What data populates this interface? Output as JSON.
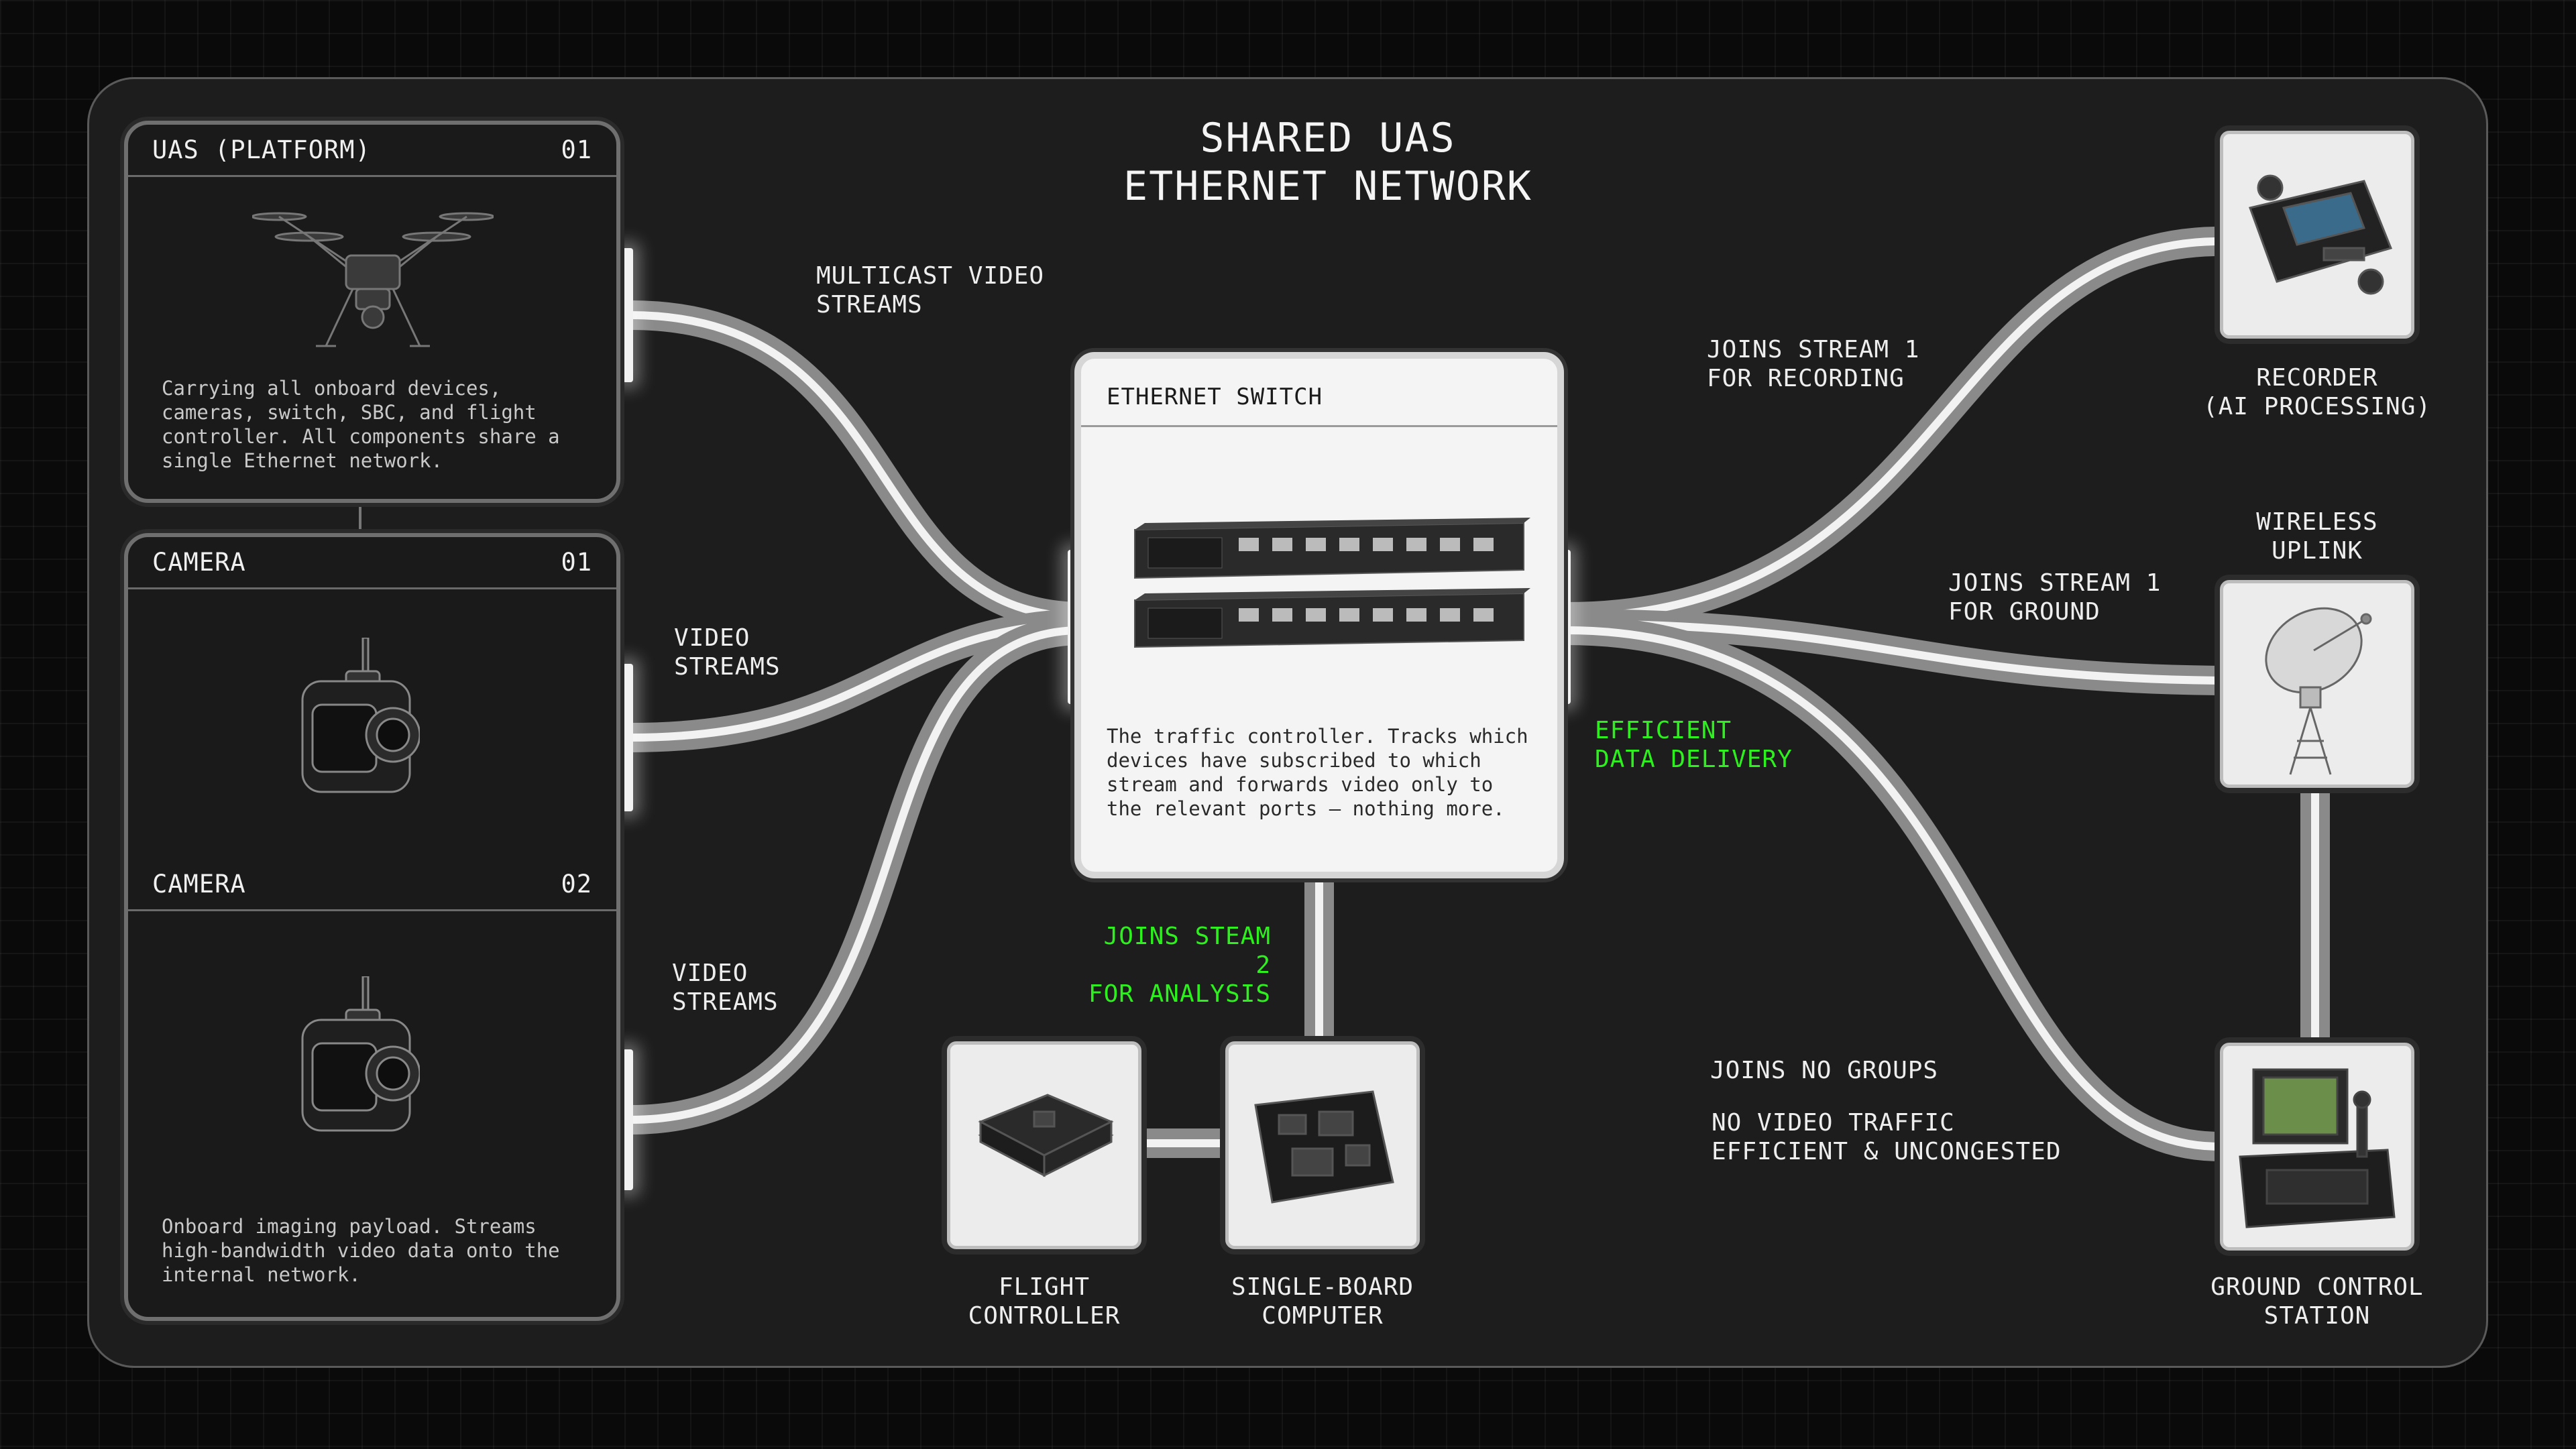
{
  "title": [
    "SHARED UAS",
    "ETHERNET NETWORK"
  ],
  "uas_panel": {
    "header": "UAS (PLATFORM)",
    "number": "01",
    "description": "Carrying all onboard devices, cameras, switch, SBC, and flight controller. All components share a single Ethernet network.",
    "icon": "drone-icon"
  },
  "camera_panel": {
    "camera1": {
      "header": "CAMERA",
      "number": "01",
      "icon": "camera-icon"
    },
    "camera2": {
      "header": "CAMERA",
      "number": "02",
      "icon": "camera-icon"
    },
    "description": "Onboard imaging payload. Streams high-bandwidth video data onto the internal network."
  },
  "switch": {
    "header": "ETHERNET SWITCH",
    "description": "The traffic controller. Tracks which devices have subscribed to which stream and forwards video only to the relevant ports — nothing more.",
    "icon": "network-switch-icon"
  },
  "wire_labels": {
    "multicast": "MULTICAST VIDEO\nSTREAMS",
    "video1": "VIDEO\nSTREAMS",
    "video2": "VIDEO\nSTREAMS",
    "joins_recording": "JOINS STREAM 1\nFOR RECORDING",
    "joins_ground": "JOINS STREAM 1\nFOR GROUND",
    "efficient": "EFFICIENT\nDATA DELIVERY",
    "joins_analysis": "JOINS STEAM 2\nFOR ANALYSIS",
    "joins_none": "JOINS NO GROUPS",
    "no_traffic": "NO VIDEO TRAFFIC\nEFFICIENT & UNCONGESTED"
  },
  "devices": {
    "recorder": {
      "label": "RECORDER\n(AI PROCESSING)",
      "icon": "recorder-icon"
    },
    "wireless": {
      "label": "WIRELESS\nUPLINK",
      "icon": "satellite-dish-icon"
    },
    "gcs": {
      "label": "GROUND CONTROL\nSTATION",
      "icon": "ground-station-icon"
    },
    "flight_controller": {
      "label": "FLIGHT\nCONTROLLER",
      "icon": "flight-controller-icon"
    },
    "sbc": {
      "label": "SINGLE-BOARD\nCOMPUTER",
      "icon": "circuit-board-icon"
    }
  },
  "colors": {
    "accent": "#2ef01e",
    "background": "#0a0a0a",
    "panel": "#1d1d1d",
    "wire": "#eeeeee"
  }
}
